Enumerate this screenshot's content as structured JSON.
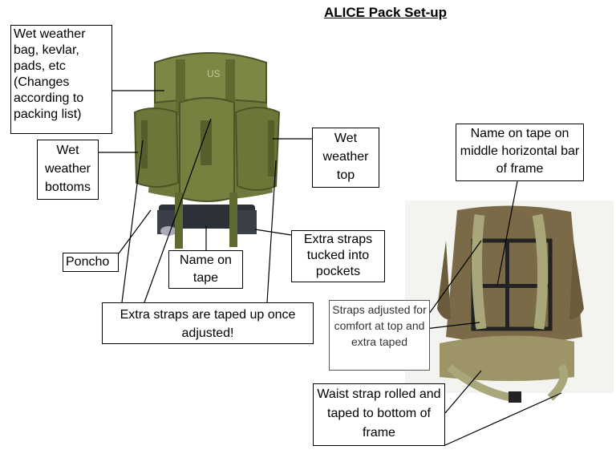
{
  "title": "ALICE Pack Set-up",
  "labels": {
    "wet_weather_bag": "Wet weather bag, kevlar, pads, etc (Changes according to packing list)",
    "wet_weather_bottoms": "Wet weather bottoms",
    "wet_weather_top": "Wet weather top",
    "poncho": "Poncho",
    "name_on_tape": "Name on tape",
    "extra_straps_tucked": "Extra straps tucked into pockets",
    "extra_straps_taped": "Extra straps are taped up once adjusted!",
    "name_on_frame": "Name on tape on middle horizontal bar of frame",
    "straps_adjusted": "Straps adjusted for comfort at top and extra taped",
    "waist_strap": "Waist strap rolled and taped to bottom of frame"
  },
  "images": {
    "front_pack_text": "US"
  },
  "colors": {
    "pack_olive": "#6e7a3c",
    "pack_dark": "#4d5528",
    "frame_dark": "#2c3038",
    "rear_tan": "#7a6a48",
    "strap_light": "#a9a77a"
  }
}
